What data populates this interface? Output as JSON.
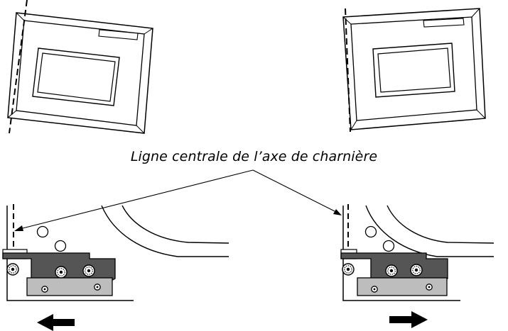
{
  "caption": "Ligne centrale de l’axe de charnière",
  "colors": {
    "line": "#000000",
    "bracket": "#555555",
    "plate": "#bdbdbd",
    "background": "#ffffff"
  },
  "panels": [
    {
      "name": "display-left",
      "hinge_side": "left"
    },
    {
      "name": "display-right",
      "hinge_side": "left"
    }
  ],
  "details": [
    {
      "name": "hinge-detail-left",
      "arrow_direction": "left"
    },
    {
      "name": "hinge-detail-right",
      "arrow_direction": "right"
    }
  ]
}
